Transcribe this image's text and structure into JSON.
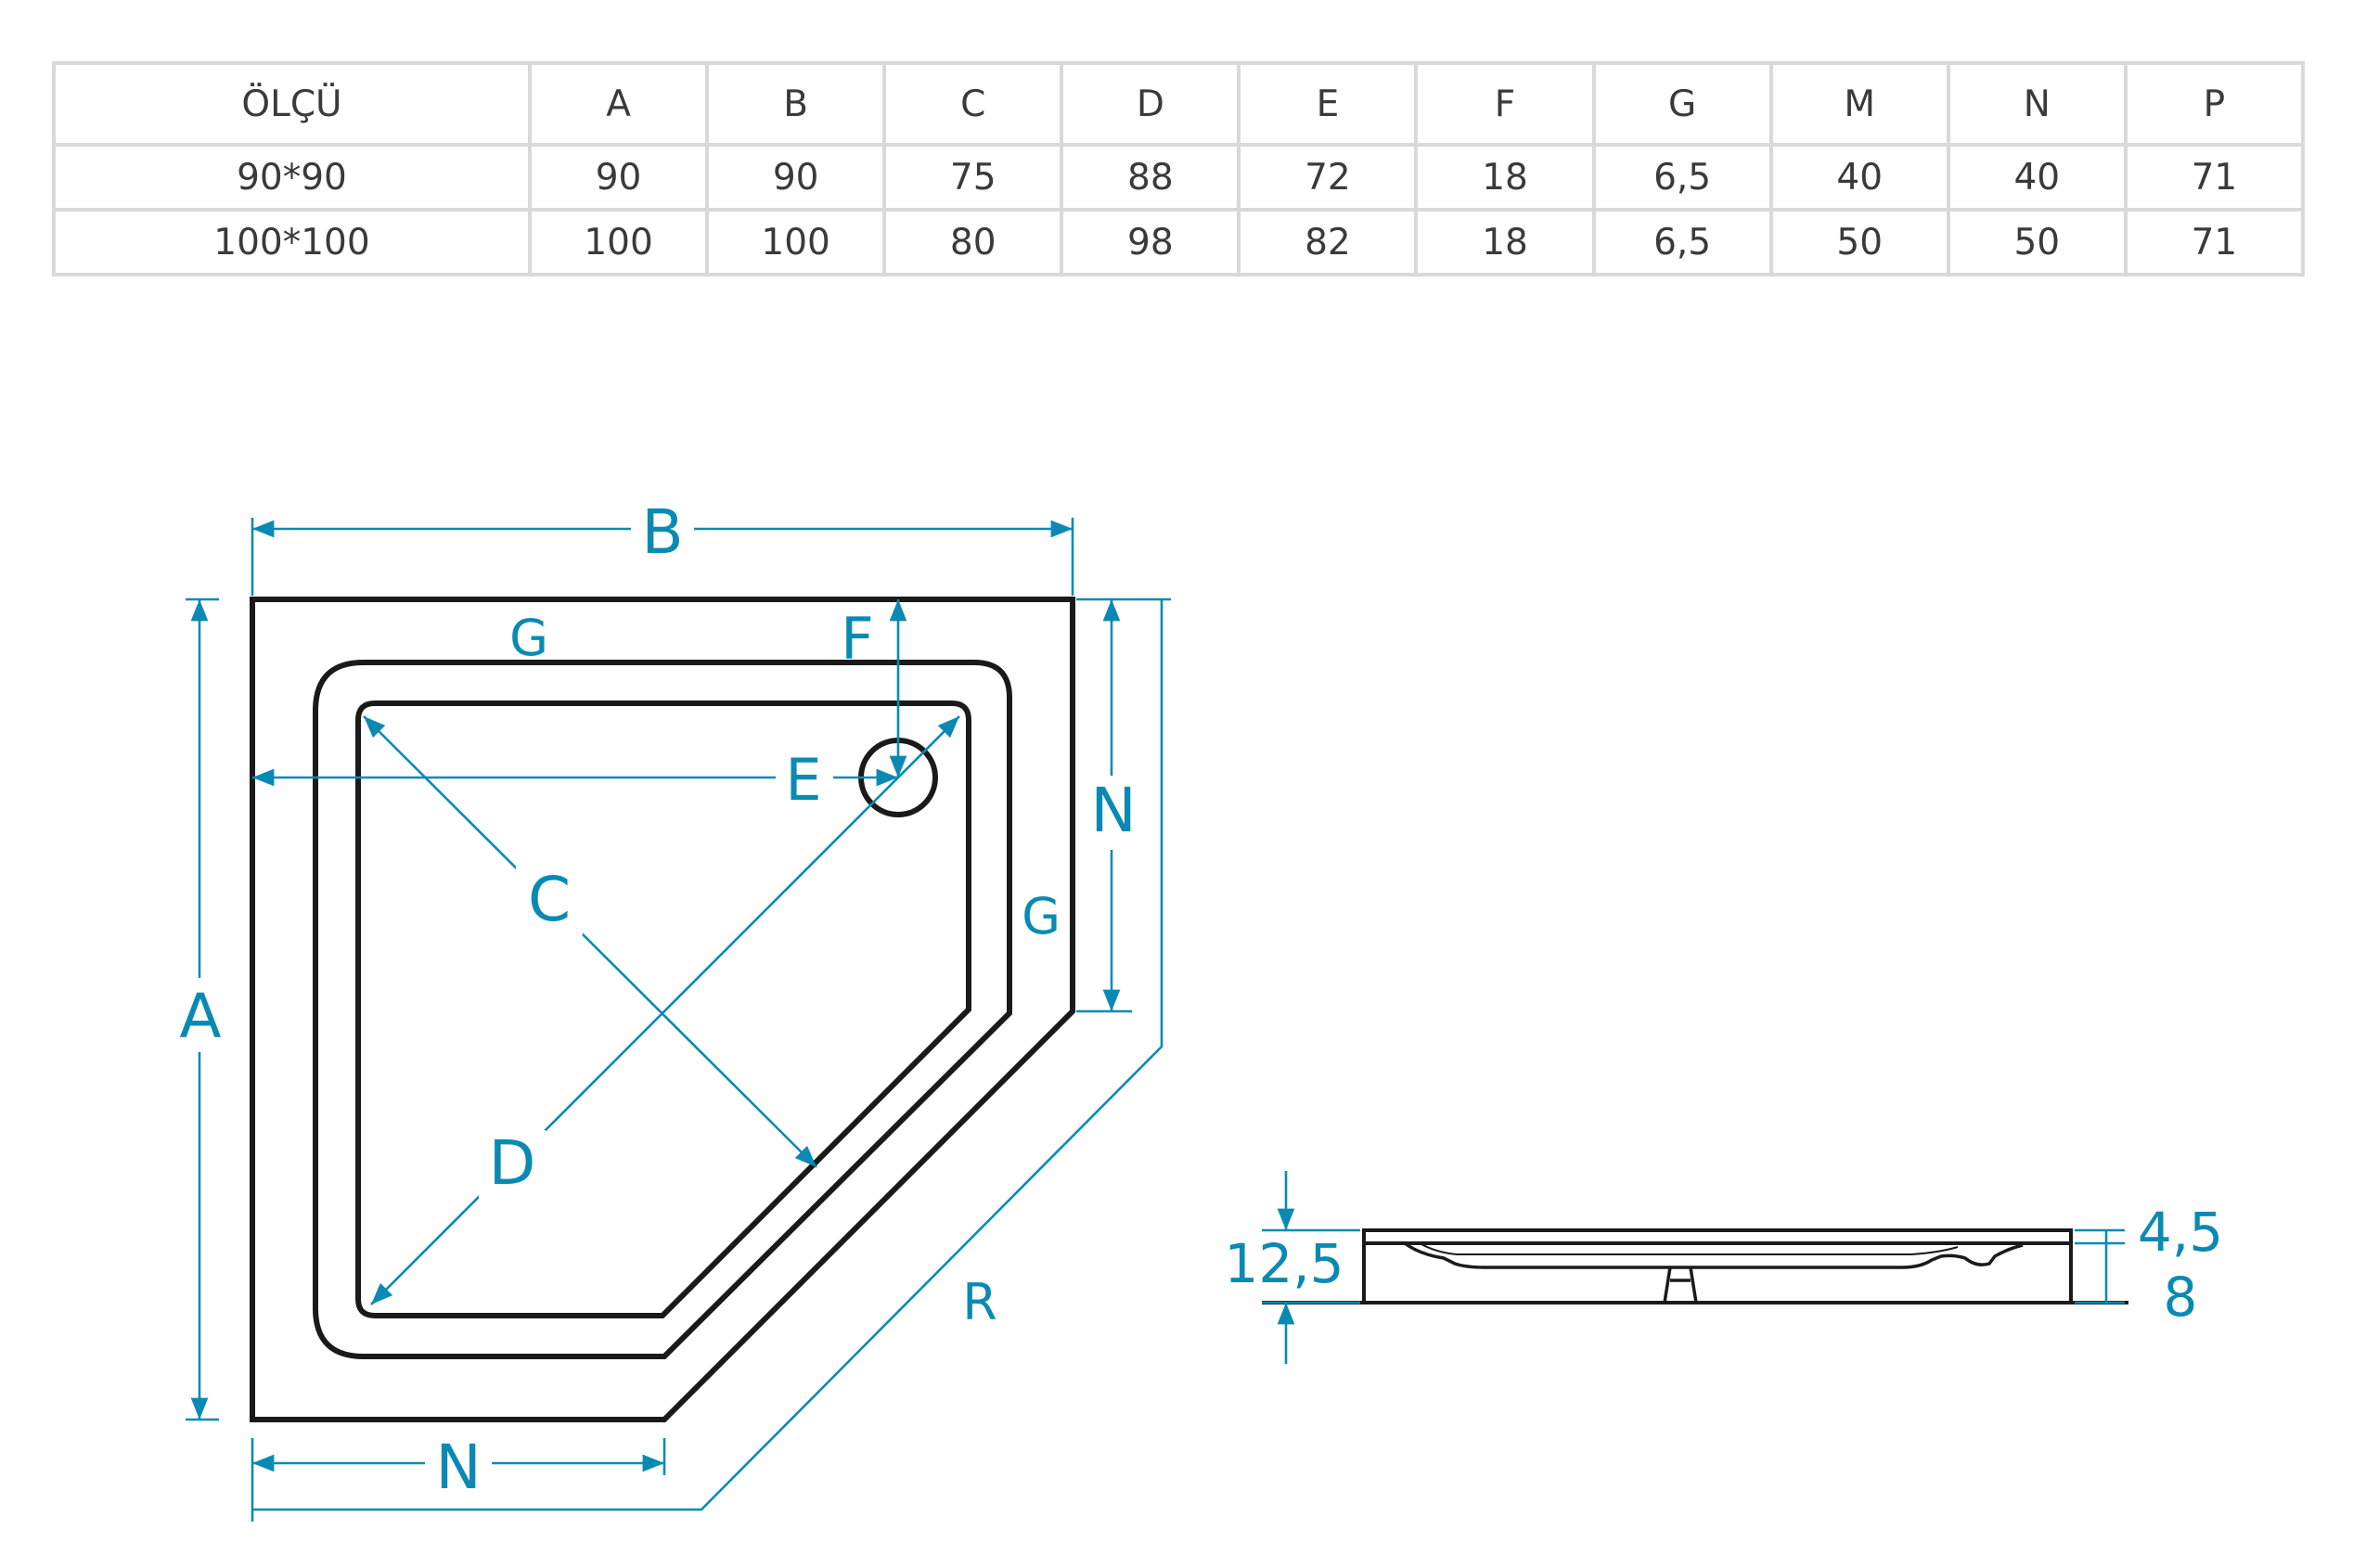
{
  "table": {
    "header": [
      "ÖLÇÜ",
      "A",
      "B",
      "C",
      "D",
      "E",
      "F",
      "G",
      "M",
      "N",
      "P"
    ],
    "rows": [
      [
        "90*90",
        "90",
        "90",
        "75",
        "88",
        "72",
        "18",
        "6,5",
        "40",
        "40",
        "71"
      ],
      [
        "100*100",
        "100",
        "100",
        "80",
        "98",
        "82",
        "18",
        "6,5",
        "50",
        "50",
        "71"
      ]
    ]
  },
  "top_view": {
    "labels": {
      "A": "A",
      "B": "B",
      "C": "C",
      "D": "D",
      "E": "E",
      "F": "F",
      "G_top": "G",
      "G_side": "G",
      "N_right": "N",
      "N_bottom": "N",
      "R": "R"
    }
  },
  "side_view": {
    "labels": {
      "height_total": "12,5",
      "rim": "4,5",
      "base": "8"
    }
  },
  "colors": {
    "dimension": "#0a8ab3",
    "outline": "#1a1a1a",
    "table_border": "#d9d9d9",
    "table_text": "#3a3a3a"
  }
}
